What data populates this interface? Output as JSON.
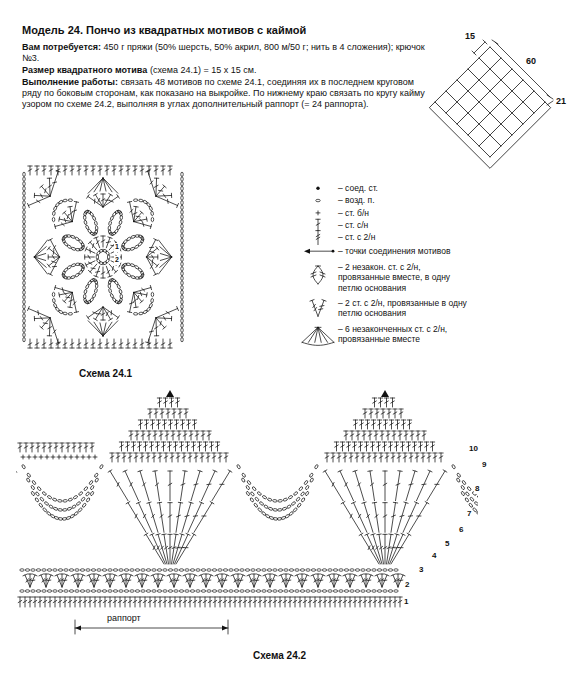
{
  "diagram": {
    "title": "Модель 24. Пончо из квадратных мотивов с каймой",
    "labels": [
      "Вам потребуется:",
      "450 г пряжи (50% шерсть, 50% акрил, 800 м/50 г; нить в 4 сложения); крючок №3.",
      "Размер квадратного мотива",
      "(схема 24.1) = 15 х 15 см.",
      "Выполнение работы:",
      "связать 48 мотивов по схеме 24.1, соединяя их в последнем круговом ряду по боковым сторонам, как показано на выкройке. По нижнему краю связать по кругу кайму узором по схеме 24.2, выполняя в углах дополнительный раппорт (= 24 раппорта).",
      "15",
      "60",
      "21",
      "1",
      "2",
      "Схема 24.1",
      "1",
      "2",
      "3",
      "4",
      "5",
      "6",
      "7",
      "8",
      "9",
      "10",
      "раппорт",
      "Схема 24.2"
    ],
    "legend": [
      {
        "text": "– соед. ст."
      },
      {
        "text": "– возд. п."
      },
      {
        "text": "– ст. б/н"
      },
      {
        "text": "– ст. с/н"
      },
      {
        "text": "– ст. с 2/н"
      },
      {
        "text": "– точки соединения мотивов"
      },
      {
        "text": "– 2 незакон. ст. с 2/н, провязанные вместе, в одну петлю основания"
      },
      {
        "text": "– 2 ст. с 2/н, провязанные в одну петлю основания"
      },
      {
        "text": "– 6 незаконченных ст. с 2/н, провязанные вместе"
      }
    ]
  }
}
